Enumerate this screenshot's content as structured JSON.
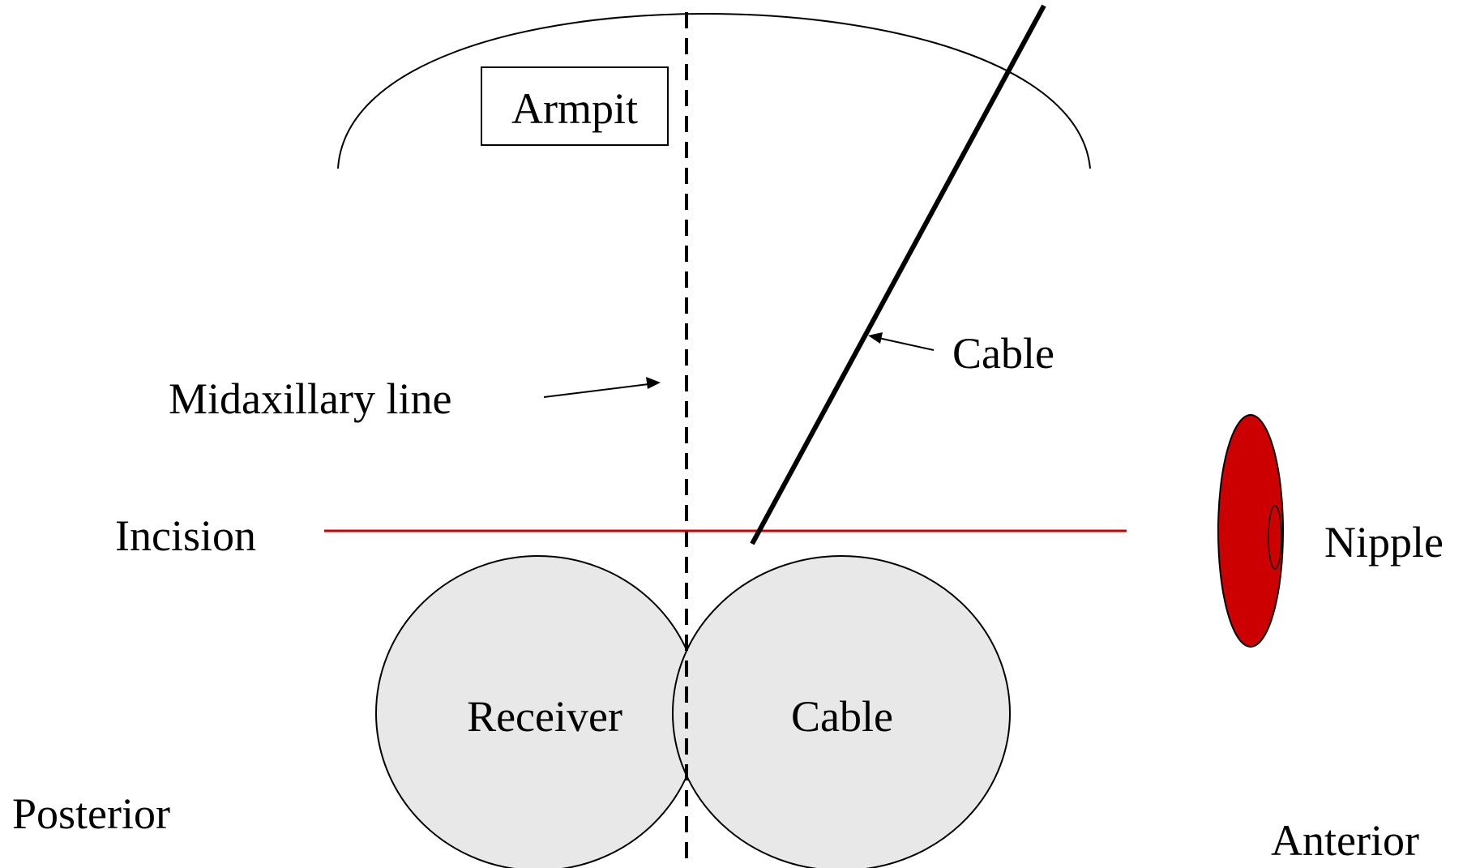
{
  "labels": {
    "armpit": "Armpit",
    "midaxillary_line": "Midaxillary line",
    "cable_upper": "Cable",
    "incision": "Incision",
    "nipple": "Nipple",
    "receiver": "Receiver",
    "cable_lower": "Cable",
    "posterior": "Posterior",
    "anterior": "Anterior"
  },
  "colors": {
    "incision_line": "#cc0000",
    "nipple_fill": "#cc0000",
    "circle_fill": "#e8e8e8",
    "stroke": "#000000"
  }
}
